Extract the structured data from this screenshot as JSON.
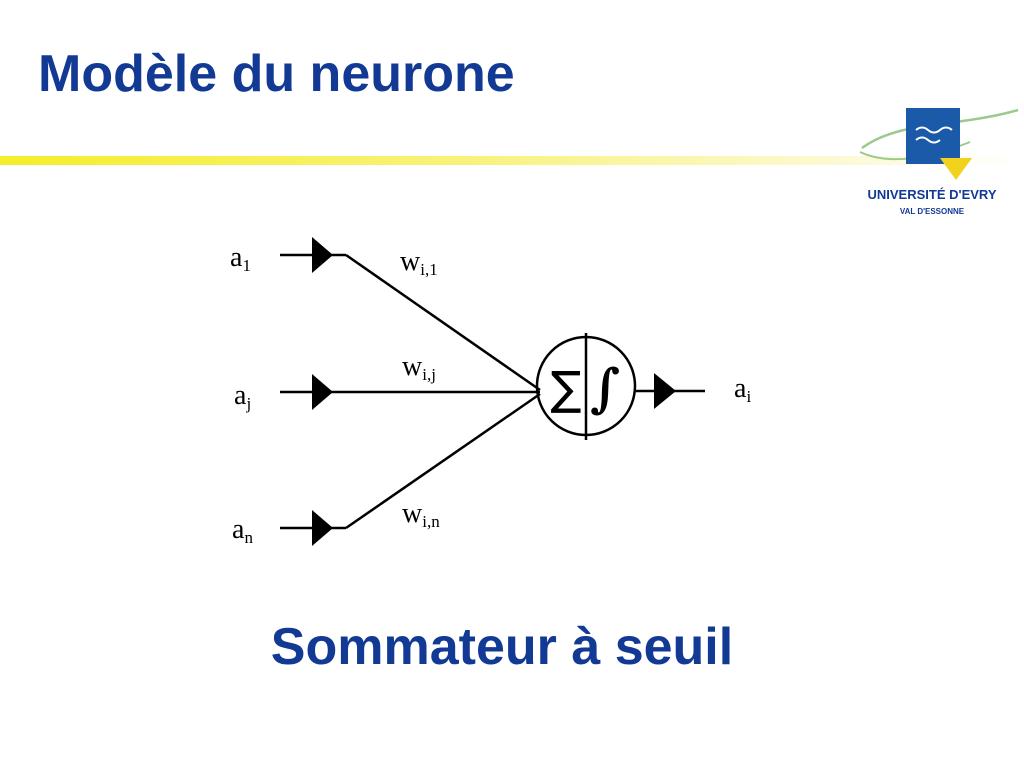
{
  "slide": {
    "title": "Modèle du neurone",
    "subtitle": "Sommateur à seuil"
  },
  "logo": {
    "name": "UNIVERSITÉ D'EVRY",
    "subname": "VAL D'ESSONNE"
  },
  "diagram": {
    "inputs": [
      {
        "base": "a",
        "sub": "1"
      },
      {
        "base": "a",
        "sub": "j"
      },
      {
        "base": "a",
        "sub": "n"
      }
    ],
    "weights": [
      {
        "base": "w",
        "sub": "i,1"
      },
      {
        "base": "w",
        "sub": "i,j"
      },
      {
        "base": "w",
        "sub": "i,n"
      }
    ],
    "neuron": {
      "sum_symbol": "∑",
      "threshold_symbol": "∫"
    },
    "output": {
      "base": "a",
      "sub": "i"
    }
  },
  "colors": {
    "title_blue": "#123a94",
    "rule_yellow": "#f5ee2a",
    "logo_blue": "#1a5aa8",
    "logo_yellow": "#f2d21c",
    "logo_green": "#9bc98f",
    "diagram_black": "#000000"
  }
}
